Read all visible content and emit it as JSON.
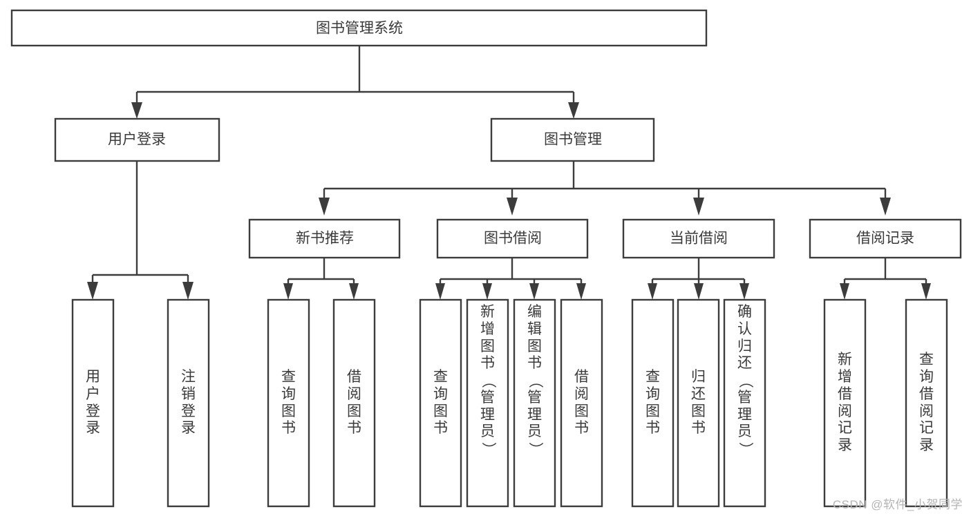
{
  "diagram": {
    "title": "图书管理系统",
    "type": "tree-hierarchy",
    "watermark": "CSDN @软件_小贺同学",
    "colors": {
      "stroke": "#3c3c3c",
      "box_fill": "#ffffff",
      "text": "#3a3a3a",
      "background": "#ffffff",
      "watermark": "#b4b4b4"
    },
    "levels": {
      "root": {
        "label": "图书管理系统"
      },
      "level2": [
        {
          "id": "user-login",
          "label": "用户登录"
        },
        {
          "id": "book-manage",
          "label": "图书管理"
        }
      ],
      "level3": [
        {
          "id": "new-book-recommend",
          "label": "新书推荐"
        },
        {
          "id": "book-borrow",
          "label": "图书借阅"
        },
        {
          "id": "current-borrow",
          "label": "当前借阅"
        },
        {
          "id": "borrow-record",
          "label": "借阅记录"
        }
      ],
      "leaves": [
        {
          "id": "leaf-user-login",
          "label": "用户登录",
          "parent": "user-login"
        },
        {
          "id": "leaf-user-logout",
          "label": "注销登录",
          "parent": "user-login"
        },
        {
          "id": "leaf-query-book-1",
          "label": "查询图书",
          "parent": "new-book-recommend"
        },
        {
          "id": "leaf-borrow-book-1",
          "label": "借阅图书",
          "parent": "new-book-recommend"
        },
        {
          "id": "leaf-query-book-2",
          "label": "查询图书",
          "parent": "book-borrow"
        },
        {
          "id": "leaf-add-book",
          "label": "新增图书（管理员）",
          "parent": "book-borrow"
        },
        {
          "id": "leaf-edit-book",
          "label": "编辑图书（管理员）",
          "parent": "book-borrow"
        },
        {
          "id": "leaf-borrow-book-2",
          "label": "借阅图书",
          "parent": "book-borrow"
        },
        {
          "id": "leaf-query-book-3",
          "label": "查询图书",
          "parent": "current-borrow"
        },
        {
          "id": "leaf-return-book",
          "label": "归还图书",
          "parent": "current-borrow"
        },
        {
          "id": "leaf-confirm-return",
          "label": "确认归还（管理员）",
          "parent": "current-borrow"
        },
        {
          "id": "leaf-add-record",
          "label": "新增借阅记录",
          "parent": "borrow-record"
        },
        {
          "id": "leaf-query-record",
          "label": "查询借阅记录",
          "parent": "borrow-record"
        }
      ]
    }
  }
}
